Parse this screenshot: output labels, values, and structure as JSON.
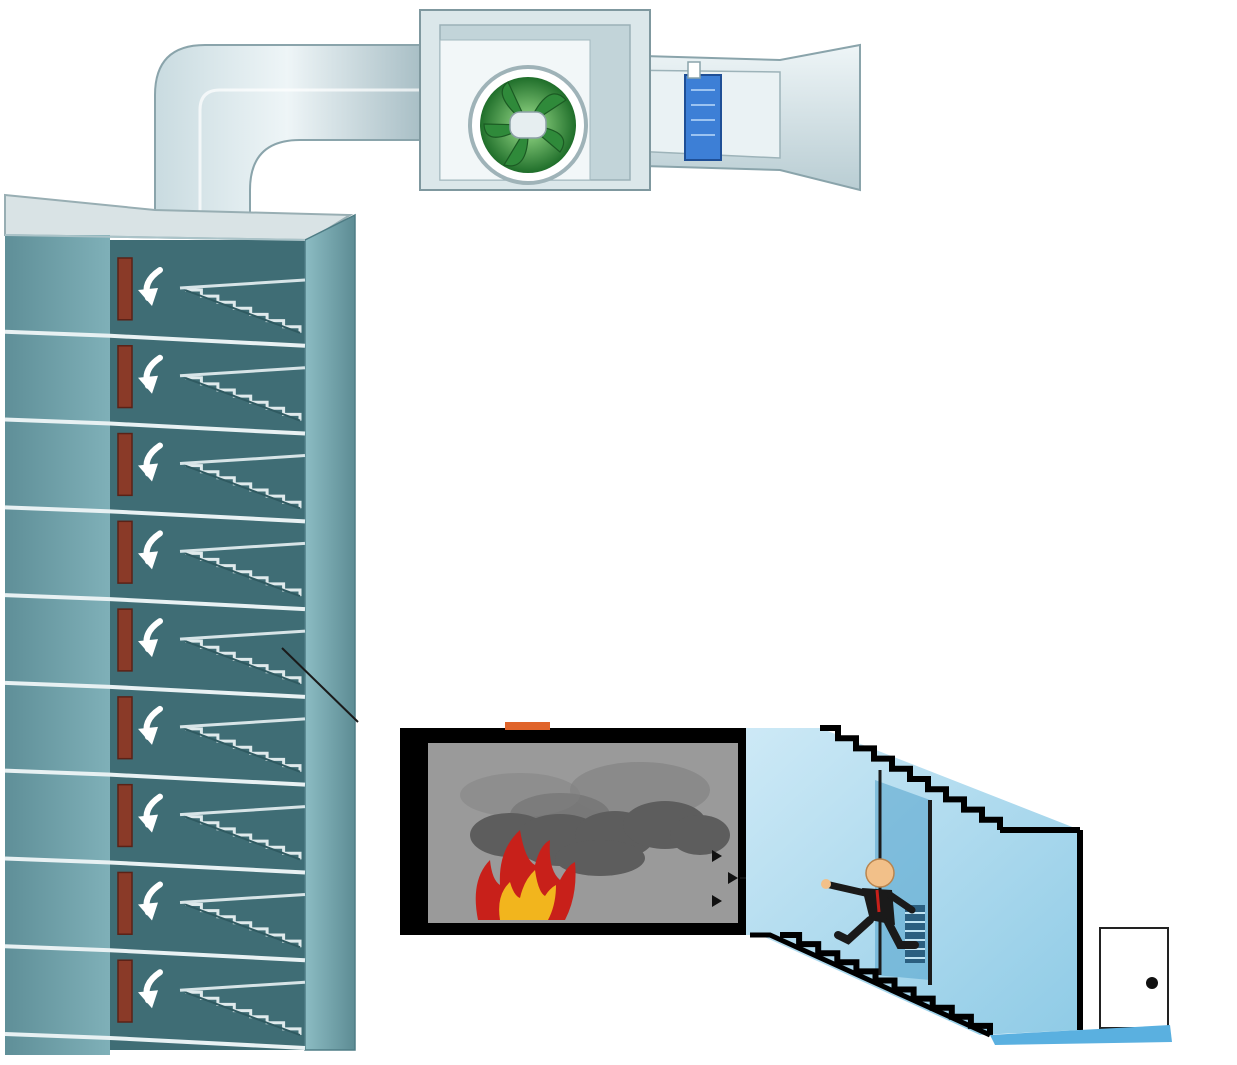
{
  "diagram": {
    "floor_count": 9,
    "components": [
      {
        "id": "pressurization-fan",
        "icon": "axial-fan-icon"
      },
      {
        "id": "air-intake-damper",
        "icon": "damper-icon"
      },
      {
        "id": "supply-duct",
        "icon": "duct-icon"
      },
      {
        "id": "stairwell-shaft",
        "icon": "building-icon"
      },
      {
        "id": "floor-door-airflow",
        "icon": "curved-arrow-icon"
      },
      {
        "id": "fire-room",
        "icon": "fire-icon"
      },
      {
        "id": "smoke",
        "icon": "smoke-cloud-icon"
      },
      {
        "id": "evacuee",
        "icon": "running-person-icon"
      },
      {
        "id": "exit-door",
        "icon": "door-icon"
      }
    ],
    "colors": {
      "shaft_wall": "#6f9ea6",
      "shaft_dark": "#3f6d75",
      "duct": "#d9e6ea",
      "fan_blades": "#2f8a3a",
      "damper": "#3d7fd6",
      "door": "#8a3a28",
      "stair_air": "#a9d8ee",
      "fire_room": "#9a9a9a",
      "smoke": "#5d5d5d",
      "fire_outer": "#c8201a",
      "fire_inner": "#f2b51d"
    }
  }
}
